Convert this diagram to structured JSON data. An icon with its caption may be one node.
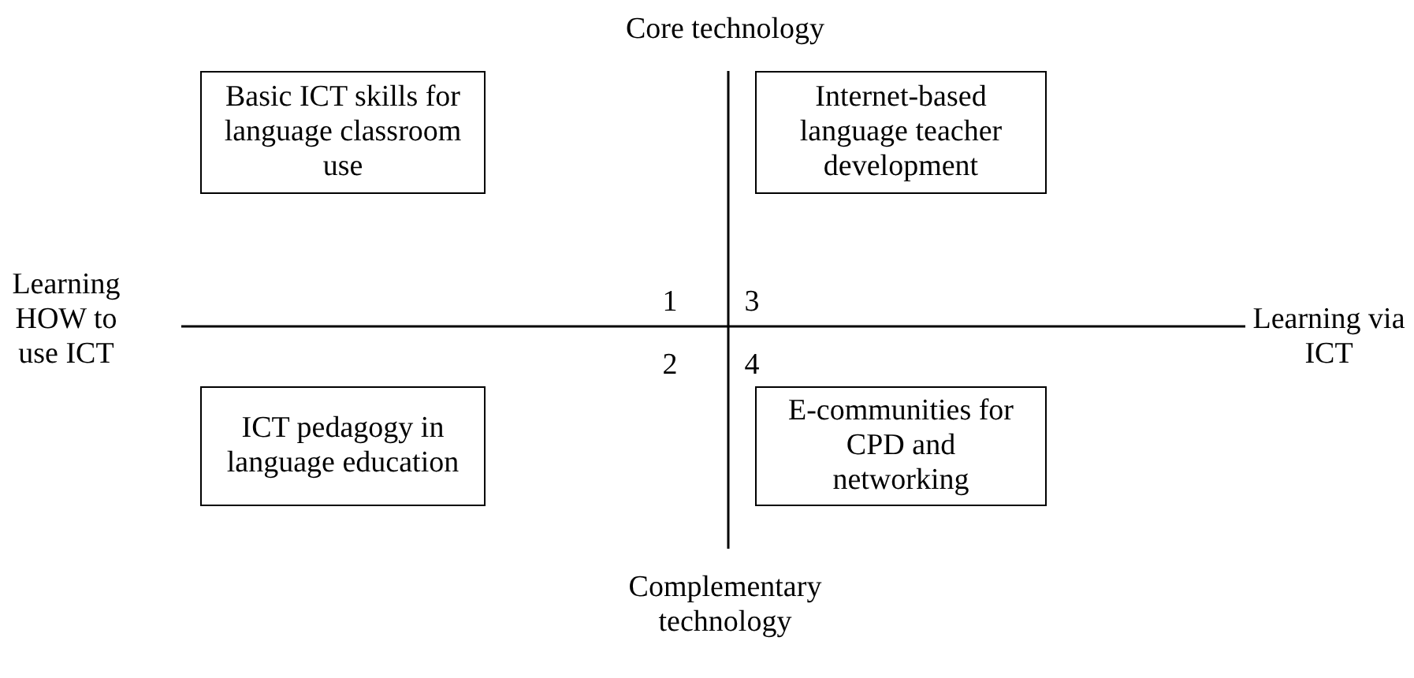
{
  "diagram": {
    "nodes": [
      {
        "text": [
          "Basic ICT skills for language classroom use"
        ]
      },
      {
        "text": [
          "Internet-based language teacher development"
        ]
      },
      {
        "text": [
          "ICT pedagogy in language education"
        ]
      },
      {
        "text": [
          "E-communities for CPD and networking"
        ]
      }
    ],
    "labels": [
      "Core technology",
      "Learning HOW to use ICT",
      "1",
      "3",
      "Learning via ICT",
      "2",
      "4",
      "Complementary technology"
    ]
  }
}
